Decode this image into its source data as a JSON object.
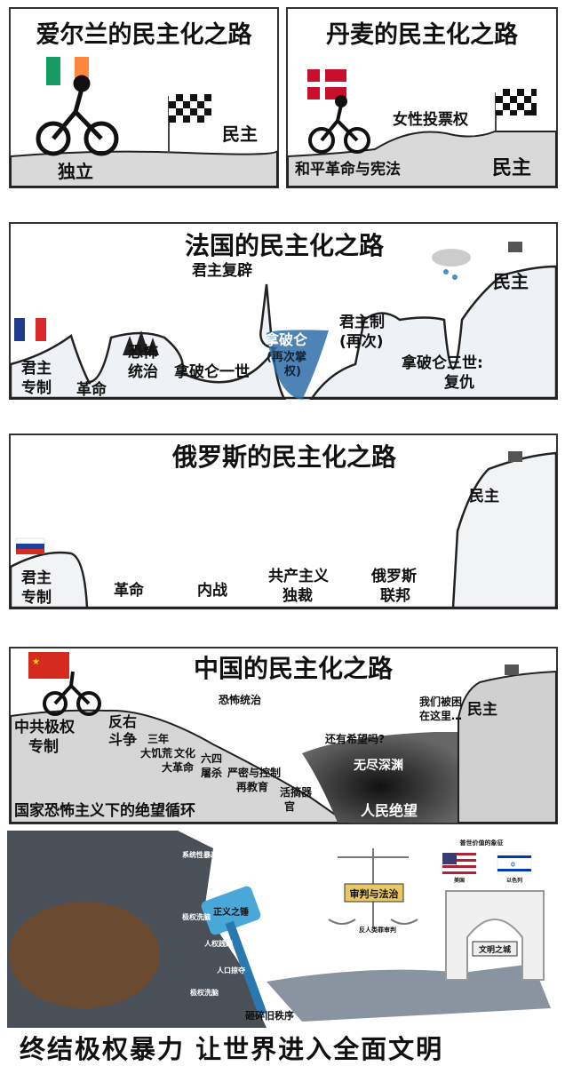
{
  "ireland": {
    "title": "爱尔兰的民主化之路",
    "labels": [
      "独立",
      "民主"
    ]
  },
  "denmark": {
    "title": "丹麦的民主化之路",
    "labels": [
      "和平革命与宪法",
      "女性投票权",
      "民主"
    ]
  },
  "france": {
    "title": "法国的民主化之路",
    "labels": [
      "君主",
      "专制",
      "革命",
      "恐怖",
      "统治",
      "拿破仑一世",
      "君主复辟",
      "拿破仑",
      "(再次掌",
      "权)",
      "君主制",
      "(再次)",
      "拿破仑三世:",
      "复仇",
      "民主"
    ]
  },
  "russia": {
    "title": "俄罗斯的民主化之路",
    "labels": [
      "君主",
      "专制",
      "革命",
      "内战",
      "共产主义",
      "独裁",
      "俄罗斯",
      "联邦",
      "民主"
    ]
  },
  "china": {
    "title": "中国的民主化之路",
    "labels": [
      "中共极权",
      "专制",
      "反右",
      "斗争",
      "三年",
      "大饥荒",
      "文化",
      "大革命",
      "六四",
      "屠杀",
      "恐怖统治",
      "严密与控制",
      "再教育",
      "活摘器",
      "官",
      "还有希望吗?",
      "无尽深渊",
      "人民绝望",
      "我们被困",
      "在这里…",
      "民主",
      "国家恐怖主义下的绝望循环"
    ]
  },
  "illustration": {
    "rock_labels": [
      "系统性暴政与活摘",
      "极权洗脑",
      "人权践踏",
      "人口掠夺",
      "极权洗脑"
    ],
    "hammer": "正义之锤",
    "crack": "砸碎旧秩序",
    "scale": "审判与法治",
    "scale_sub": "反人类罪审判",
    "flags_title": "普世价值的象征",
    "flag_us": "美国",
    "flag_il": "以色列",
    "arch": "文明之城",
    "caption": "终结极权暴力  让世界进入全面文明"
  },
  "colors": {
    "ground": "#d9d9d9",
    "water": "#2e6fa8",
    "abyss": "#1a1a1a",
    "flag_red": "#d42b1e",
    "hammer": "#4aa8d8"
  }
}
